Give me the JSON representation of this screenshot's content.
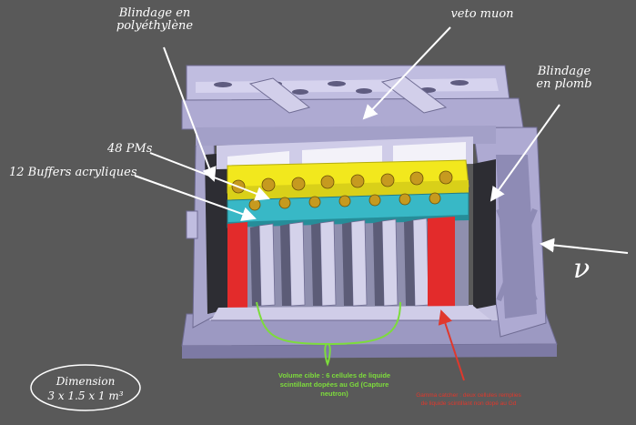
{
  "labels": {
    "blindage_poly": "Blindage en polyéthylène",
    "veto": "veto muon",
    "blindage_plomb": "Blindage en plomb",
    "pms": "48 PMs",
    "buffers": "12 Buffers acryliques",
    "nu": "ν",
    "volume_cible": "Volume cible : 6 cellules de liquide scintillant dopées au Gd (Capture neutron)",
    "gamma_catcher": "Gamma catcher : deux cellules remplies de liquide scintillant non dopé au Gd",
    "dimension_line1": "Dimension",
    "dimension_line2": "3 x 1.5 x 1 m³"
  },
  "colors": {
    "background": "#595959",
    "frame": "#b9b6d9",
    "pm_yellow": "#f2e81d",
    "buffer_cyan": "#38b8c6",
    "gamma_red": "#e32b2b",
    "target_grey": "#8f8fae",
    "green_label": "#7ddc3c",
    "red_label": "#e0382c"
  }
}
